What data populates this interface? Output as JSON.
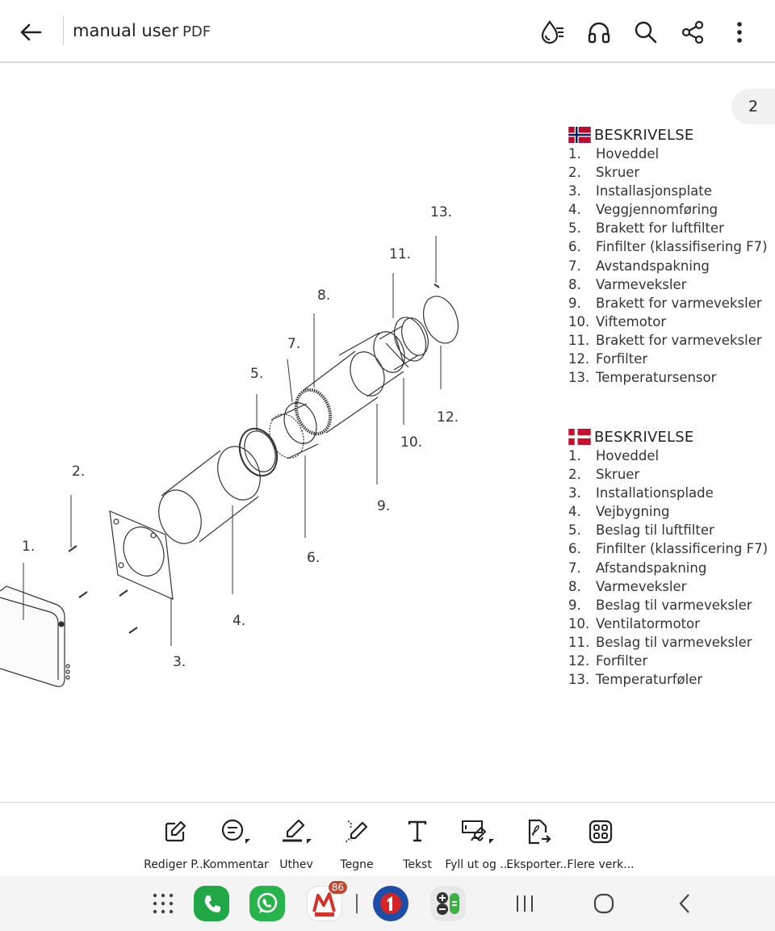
{
  "header": {
    "title": "manual user",
    "doc_type": "PDF",
    "icons": [
      "back-arrow-icon",
      "liquid-mode-icon",
      "headphones-icon",
      "search-icon",
      "share-icon",
      "more-vert-icon"
    ]
  },
  "page": {
    "page_number": "2",
    "diagram_labels": [
      "1.",
      "2.",
      "3.",
      "4.",
      "5.",
      "6.",
      "7.",
      "8.",
      "9.",
      "10.",
      "11.",
      "12.",
      "13."
    ]
  },
  "descriptions": [
    {
      "flag": "norway-flag-icon",
      "heading": "BESKRIVELSE",
      "items": [
        {
          "num": "1.",
          "text": "Hoveddel"
        },
        {
          "num": "2.",
          "text": "Skruer"
        },
        {
          "num": "3.",
          "text": "Installasjonsplate"
        },
        {
          "num": "4.",
          "text": "Veggjennomføring"
        },
        {
          "num": "5.",
          "text": "Brakett for luftfilter"
        },
        {
          "num": "6.",
          "text": "Finfilter (klassifisering F7)"
        },
        {
          "num": "7.",
          "text": "Avstandspakning"
        },
        {
          "num": "8.",
          "text": "Varmeveksler"
        },
        {
          "num": "9.",
          "text": "Brakett for varmeveksler"
        },
        {
          "num": "10.",
          "text": "Viftemotor"
        },
        {
          "num": "11.",
          "text": "Brakett for varmeveksler"
        },
        {
          "num": "12.",
          "text": "Forfilter"
        },
        {
          "num": "13.",
          "text": "Temperatursensor"
        }
      ]
    },
    {
      "flag": "denmark-flag-icon",
      "heading": "BESKRIVELSE",
      "items": [
        {
          "num": "1.",
          "text": "Hoveddel"
        },
        {
          "num": "2.",
          "text": "Skruer"
        },
        {
          "num": "3.",
          "text": "Installationsplade"
        },
        {
          "num": "4.",
          "text": "Vejbygning"
        },
        {
          "num": "5.",
          "text": "Beslag til luftfilter"
        },
        {
          "num": "6.",
          "text": "Finfilter (klassificering F7)"
        },
        {
          "num": "7.",
          "text": "Afstandspakning"
        },
        {
          "num": "8.",
          "text": "Varmeveksler"
        },
        {
          "num": "9.",
          "text": "Beslag til varmeveksler"
        },
        {
          "num": "10.",
          "text": "Ventilatormotor"
        },
        {
          "num": "11.",
          "text": "Beslag til varmeveksler"
        },
        {
          "num": "12.",
          "text": "Forfilter"
        },
        {
          "num": "13.",
          "text": "Temperaturføler"
        }
      ]
    }
  ],
  "toolbar": {
    "tools": [
      {
        "label": "Rediger P...",
        "icon": "edit-pdf-icon"
      },
      {
        "label": "Kommentar",
        "icon": "comment-icon"
      },
      {
        "label": "Uthev",
        "icon": "highlight-icon"
      },
      {
        "label": "Tegne",
        "icon": "draw-icon"
      },
      {
        "label": "Tekst",
        "icon": "text-icon"
      },
      {
        "label": "Fyll ut og ...",
        "icon": "fill-sign-icon"
      },
      {
        "label": "Eksporter...",
        "icon": "export-pdf-icon"
      },
      {
        "label": "Flere verk...",
        "icon": "more-tools-icon"
      }
    ]
  },
  "navbar": {
    "badge_count": "86",
    "app_icons": [
      "app-drawer-icon",
      "phone-app-icon",
      "whatsapp-app-icon",
      "m-app-icon",
      "one-app-icon",
      "calculator-app-icon"
    ],
    "nav_icons": [
      "recents-icon",
      "home-icon",
      "back-icon"
    ],
    "colors": {
      "phone": "#1fa845",
      "whatsapp": "#27b44a",
      "one_app": "#1c4ea8",
      "calculator": "#e8e8e8",
      "badge": "#c8452e"
    }
  }
}
